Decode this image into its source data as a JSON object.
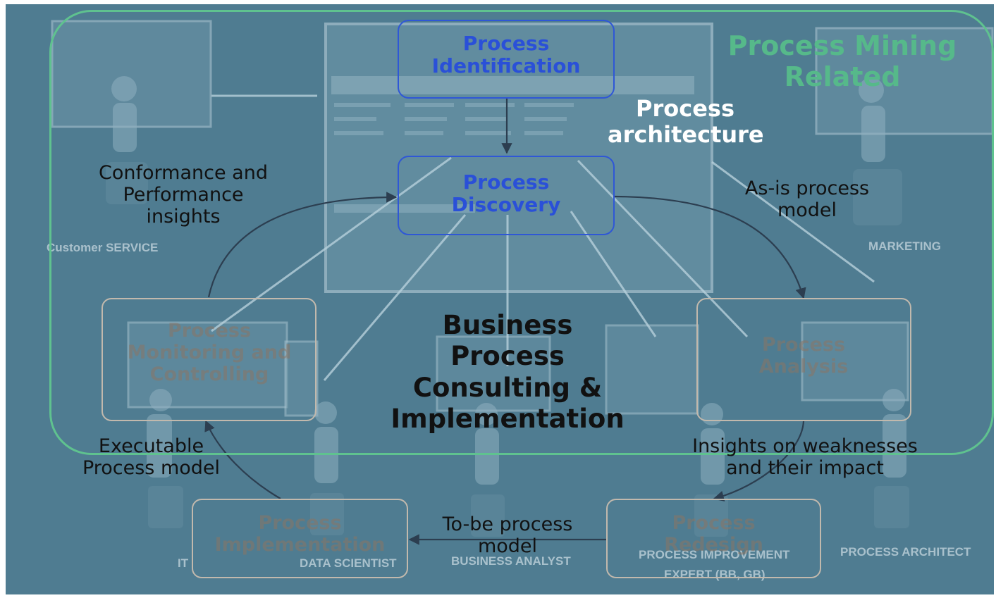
{
  "colors": {
    "background": "#4f7c91",
    "scope_border": "#5fc28f",
    "primary_box": "#2f57d6",
    "faint_box": "#c2b9ad",
    "arrow_dark": "#2c3e50",
    "arrow_light": "#b7d0db"
  },
  "scope": {
    "label": "Process Mining Related"
  },
  "center_title": "Business Process Consulting & Implementation",
  "process_architecture": "Process architecture",
  "nodes": {
    "identification": "Process Identification",
    "discovery": "Process Discovery",
    "analysis": "Process Analysis",
    "redesign": "Process Redesign",
    "implementation": "Process Implementation",
    "monitoring": "Process Monitoring and Controlling"
  },
  "edges": {
    "as_is": "As-is process model",
    "insights": "Insights on weaknesses and their impact",
    "to_be": "To-be process model",
    "executable": "Executable Process model",
    "conformance": "Conformance and Performance insights"
  },
  "background_roles": {
    "customer_service": "Customer SERVICE",
    "marketing": "MARKETING",
    "it": "IT",
    "data_scientist": "DATA SCIENTIST",
    "business_analyst": "BUSINESS ANALYST",
    "process_improvement": "PROCESS IMPROVEMENT",
    "expert": "EXPERT (BB, GB)",
    "process_architect": "PROCESS ARCHITECT"
  }
}
